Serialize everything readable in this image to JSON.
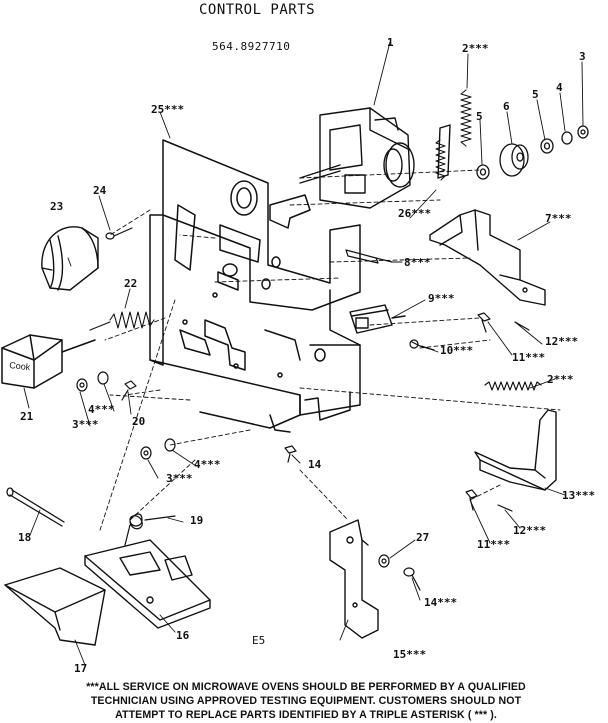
{
  "title": "CONTROL PARTS",
  "model_code": "564.8927710",
  "page_code": "E5",
  "callouts": {
    "p1": "1",
    "p2a": "2***",
    "p2b": "2***",
    "p3": "3",
    "p3a": "3***",
    "p3b": "3***",
    "p4": "4",
    "p4a": "4***",
    "p4b": "4***",
    "p5a": "5",
    "p5b": "5",
    "p6": "6",
    "p7": "7***",
    "p8": "8***",
    "p9": "9***",
    "p10": "10***",
    "p11a": "11***",
    "p11b": "11***",
    "p12a": "12***",
    "p12b": "12***",
    "p13": "13***",
    "p14a": "14",
    "p14b": "14***",
    "p15": "15***",
    "p16": "16",
    "p17": "17",
    "p18": "18",
    "p19": "19",
    "p20": "20",
    "p21": "21",
    "p22": "22",
    "p23": "23",
    "p24": "24",
    "p25": "25***",
    "p26": "26***",
    "p27": "27"
  },
  "knob_text": "Cook",
  "footer_note_lines": [
    "***ALL SERVICE ON MICROWAVE OVENS SHOULD BE PERFORMED BY A QUALIFIED",
    "TECHNICIAN USING APPROVED TESTING EQUIPMENT. CUSTOMERS SHOULD NOT",
    "ATTEMPT TO REPLACE PARTS IDENTIFIED BY A TRIPLE ASTERISK (  ***  )."
  ]
}
